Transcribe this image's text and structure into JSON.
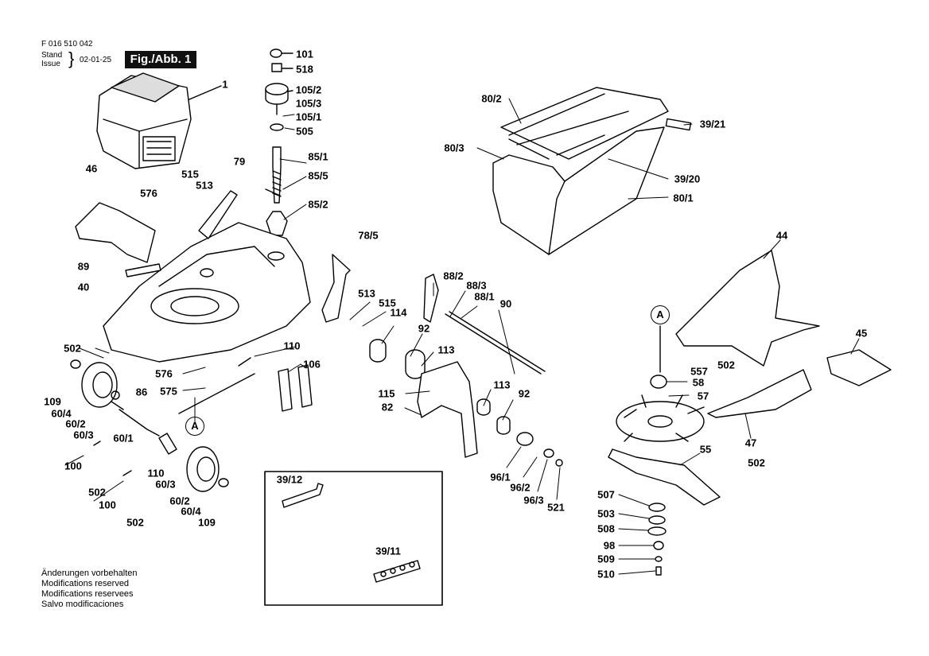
{
  "header": {
    "doc_number": "F 016 510 042",
    "stand": "Stand",
    "issue": "Issue",
    "date": "02-01-25",
    "figure_label": "Fig./Abb. 1"
  },
  "notes": [
    "Änderungen vorbehalten",
    "Modifications reserved",
    "Modifications reservees",
    "Salvo modificaciones"
  ],
  "callout": "A",
  "part_labels": {
    "p101": "101",
    "p518": "518",
    "p105_2": "105/2",
    "p105_3": "105/3",
    "p105_1": "105/1",
    "p505": "505",
    "p85_1": "85/1",
    "p85_5": "85/5",
    "p85_2": "85/2",
    "p1": "1",
    "p46": "46",
    "p515a": "515",
    "p513a": "513",
    "p79": "79",
    "p576a": "576",
    "p89": "89",
    "p40": "40",
    "p78_5": "78/5",
    "p513b": "513",
    "p515b": "515",
    "p114": "114",
    "p88_2": "88/2",
    "p88_3": "88/3",
    "p88_1": "88/1",
    "p90": "90",
    "p92a": "92",
    "p113a": "113",
    "p115": "115",
    "p113b": "113",
    "p92b": "92",
    "p82": "82",
    "p96_1": "96/1",
    "p96_2": "96/2",
    "p96_3": "96/3",
    "p521": "521",
    "p502a": "502",
    "p109a": "109",
    "p60_4a": "60/4",
    "p60_2a": "60/2",
    "p60_3a": "60/3",
    "p60_1": "60/1",
    "p86": "86",
    "p576b": "576",
    "p575": "575",
    "p110a": "110",
    "p106": "106",
    "p100a": "100",
    "p502b": "502",
    "p110b": "110",
    "p100b": "100",
    "p60_3b": "60/3",
    "p60_2b": "60/2",
    "p60_4b": "60/4",
    "p109b": "109",
    "p502c": "502",
    "p39_12": "39/12",
    "p39_11": "39/11",
    "p80_2": "80/2",
    "p39_21": "39/21",
    "p80_3": "80/3",
    "p39_20": "39/20",
    "p80_1": "80/1",
    "p44": "44",
    "p45": "45",
    "p557": "557",
    "p502d": "502",
    "p58": "58",
    "p57": "57",
    "p47": "47",
    "p502e": "502",
    "p55": "55",
    "p507": "507",
    "p503": "503",
    "p508": "508",
    "p98": "98",
    "p509": "509",
    "p510": "510"
  }
}
